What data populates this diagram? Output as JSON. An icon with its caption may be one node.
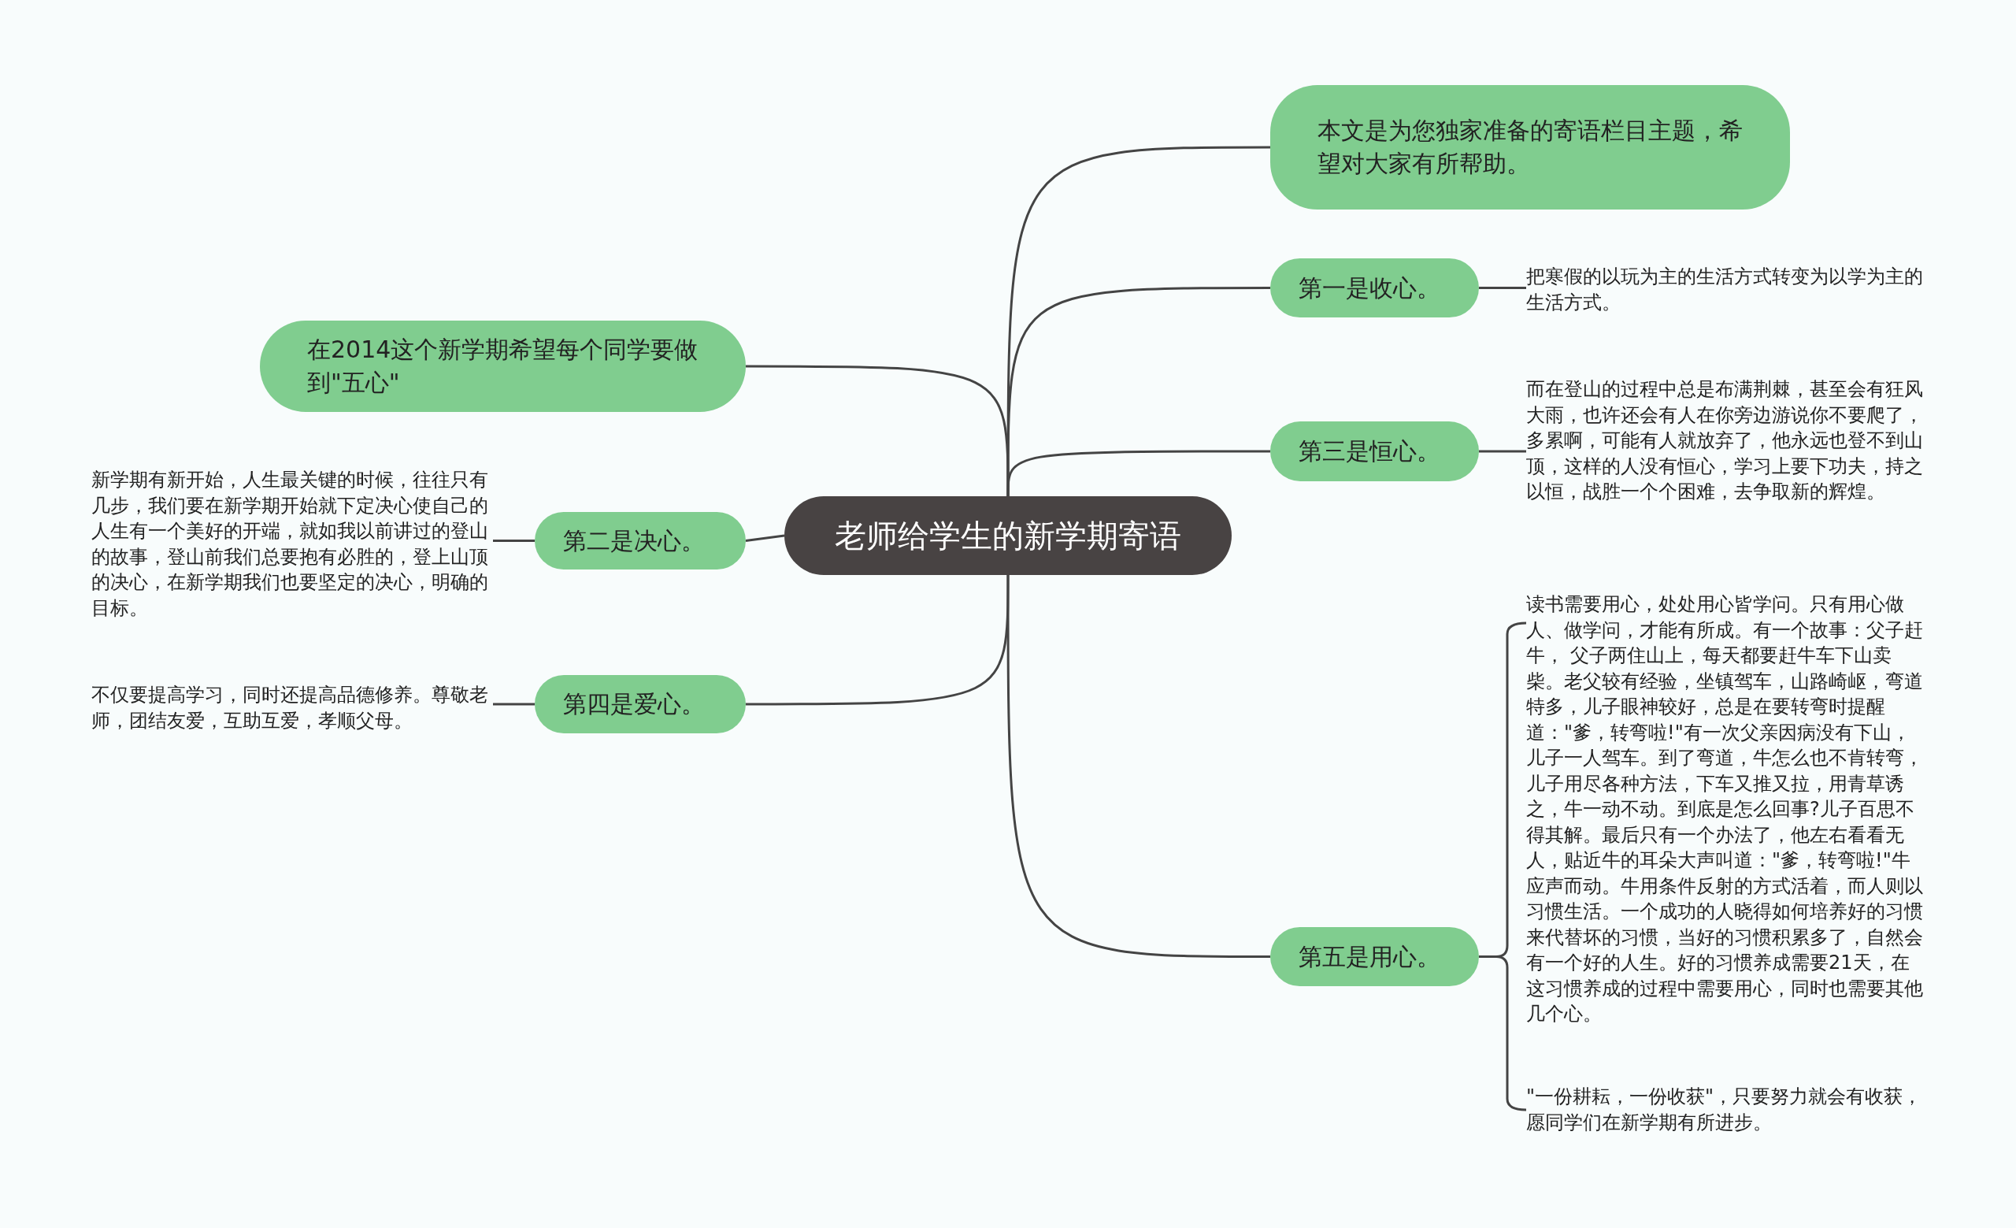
{
  "diagram": {
    "nodes": [
      {
        "text": [
          "老师给学生的新学期寄语"
        ]
      },
      {
        "text": [
          "本文是为您独家准备的寄语栏目主题，希望对大家有所帮助。"
        ]
      },
      {
        "text": [
          "第一是收心。"
        ]
      },
      {
        "text": [
          "把寒假的以玩为主的生活方式转变为以学为主的生活方式。"
        ]
      },
      {
        "text": [
          "第三是恒心。"
        ]
      },
      {
        "text": [
          "而在登山的过程中总是布满荆棘，甚至会有狂风大雨，也许还会有人在你旁边游说你不要爬了，多累啊，可能有人就放弃了，他永远也登不到山顶，这样的人没有恒心，学习上要下功夫，持之以恒，战胜一个个困难，去争取新的辉煌。"
        ]
      },
      {
        "text": [
          "第五是用心。"
        ]
      },
      {
        "text": [
          "读书需要用心，处处用心皆学问。只有用心做人、做学问，才能有所成。有一个故事：父子赶牛， 父子两住山上，每天都要赶牛车下山卖柴。老父较有经验，坐镇驾车，山路崎岖，弯道特多，儿子眼神较好，总是在要转弯时提醒道：\"爹，转弯啦!\"有一次父亲因病没有下山，儿子一人驾车。到了弯道，牛怎么也不肯转弯，儿子用尽各种方法，下车又推又拉，用青草诱之，牛一动不动。到底是怎么回事?儿子百思不得其解。最后只有一个办法了，他左右看看无人，贴近牛的耳朵大声叫道：\"爹，转弯啦!\"牛应声而动。牛用条件反射的方式活着，而人则以习惯生活。一个成功的人晓得如何培养好的习惯来代替坏的习惯，当好的习惯积累多了，自然会有一个好的人生。好的习惯养成需要21天，在这习惯养成的过程中需要用心，同时也需要其他几个心。"
        ]
      },
      {
        "text": [
          "\"一份耕耘，一份收获\"，只要努力就会有收获，愿同学们在新学期有所进步。"
        ]
      },
      {
        "text": [
          "在2014这个新学期希望每个同学要做到\"五心\""
        ]
      },
      {
        "text": [
          "第二是决心。"
        ]
      },
      {
        "text": [
          "新学期有新开始，人生最关键的时候，往往只有几步，我们要在新学期开始就下定决心使自己的人生有一个美好的开端，就如我以前讲过的登山的故事，登山前我们总要抱有必胜的，登上山顶的决心，在新学期我们也要坚定的决心，明确的目标。"
        ]
      },
      {
        "text": [
          "第四是爱心。"
        ]
      },
      {
        "text": [
          "不仅要提高学习，同时还提高品德修养。尊敬老师，团结友爱，互助互爱，孝顺父母。"
        ]
      }
    ],
    "edges": [
      {
        "from": 0,
        "to": 1,
        "arrow": "none"
      },
      {
        "from": 0,
        "to": 2,
        "arrow": "none"
      },
      {
        "from": 2,
        "to": 3,
        "arrow": "none"
      },
      {
        "from": 0,
        "to": 4,
        "arrow": "none"
      },
      {
        "from": 4,
        "to": 5,
        "arrow": "none"
      },
      {
        "from": 0,
        "to": 6,
        "arrow": "none"
      },
      {
        "from": 6,
        "to": 7,
        "arrow": "none"
      },
      {
        "from": 6,
        "to": 8,
        "arrow": "none"
      },
      {
        "from": 0,
        "to": 9,
        "arrow": "none"
      },
      {
        "from": 0,
        "to": 10,
        "arrow": "none"
      },
      {
        "from": 10,
        "to": 11,
        "arrow": "none"
      },
      {
        "from": 0,
        "to": 12,
        "arrow": "none"
      },
      {
        "from": 12,
        "to": 13,
        "arrow": "none"
      }
    ]
  }
}
